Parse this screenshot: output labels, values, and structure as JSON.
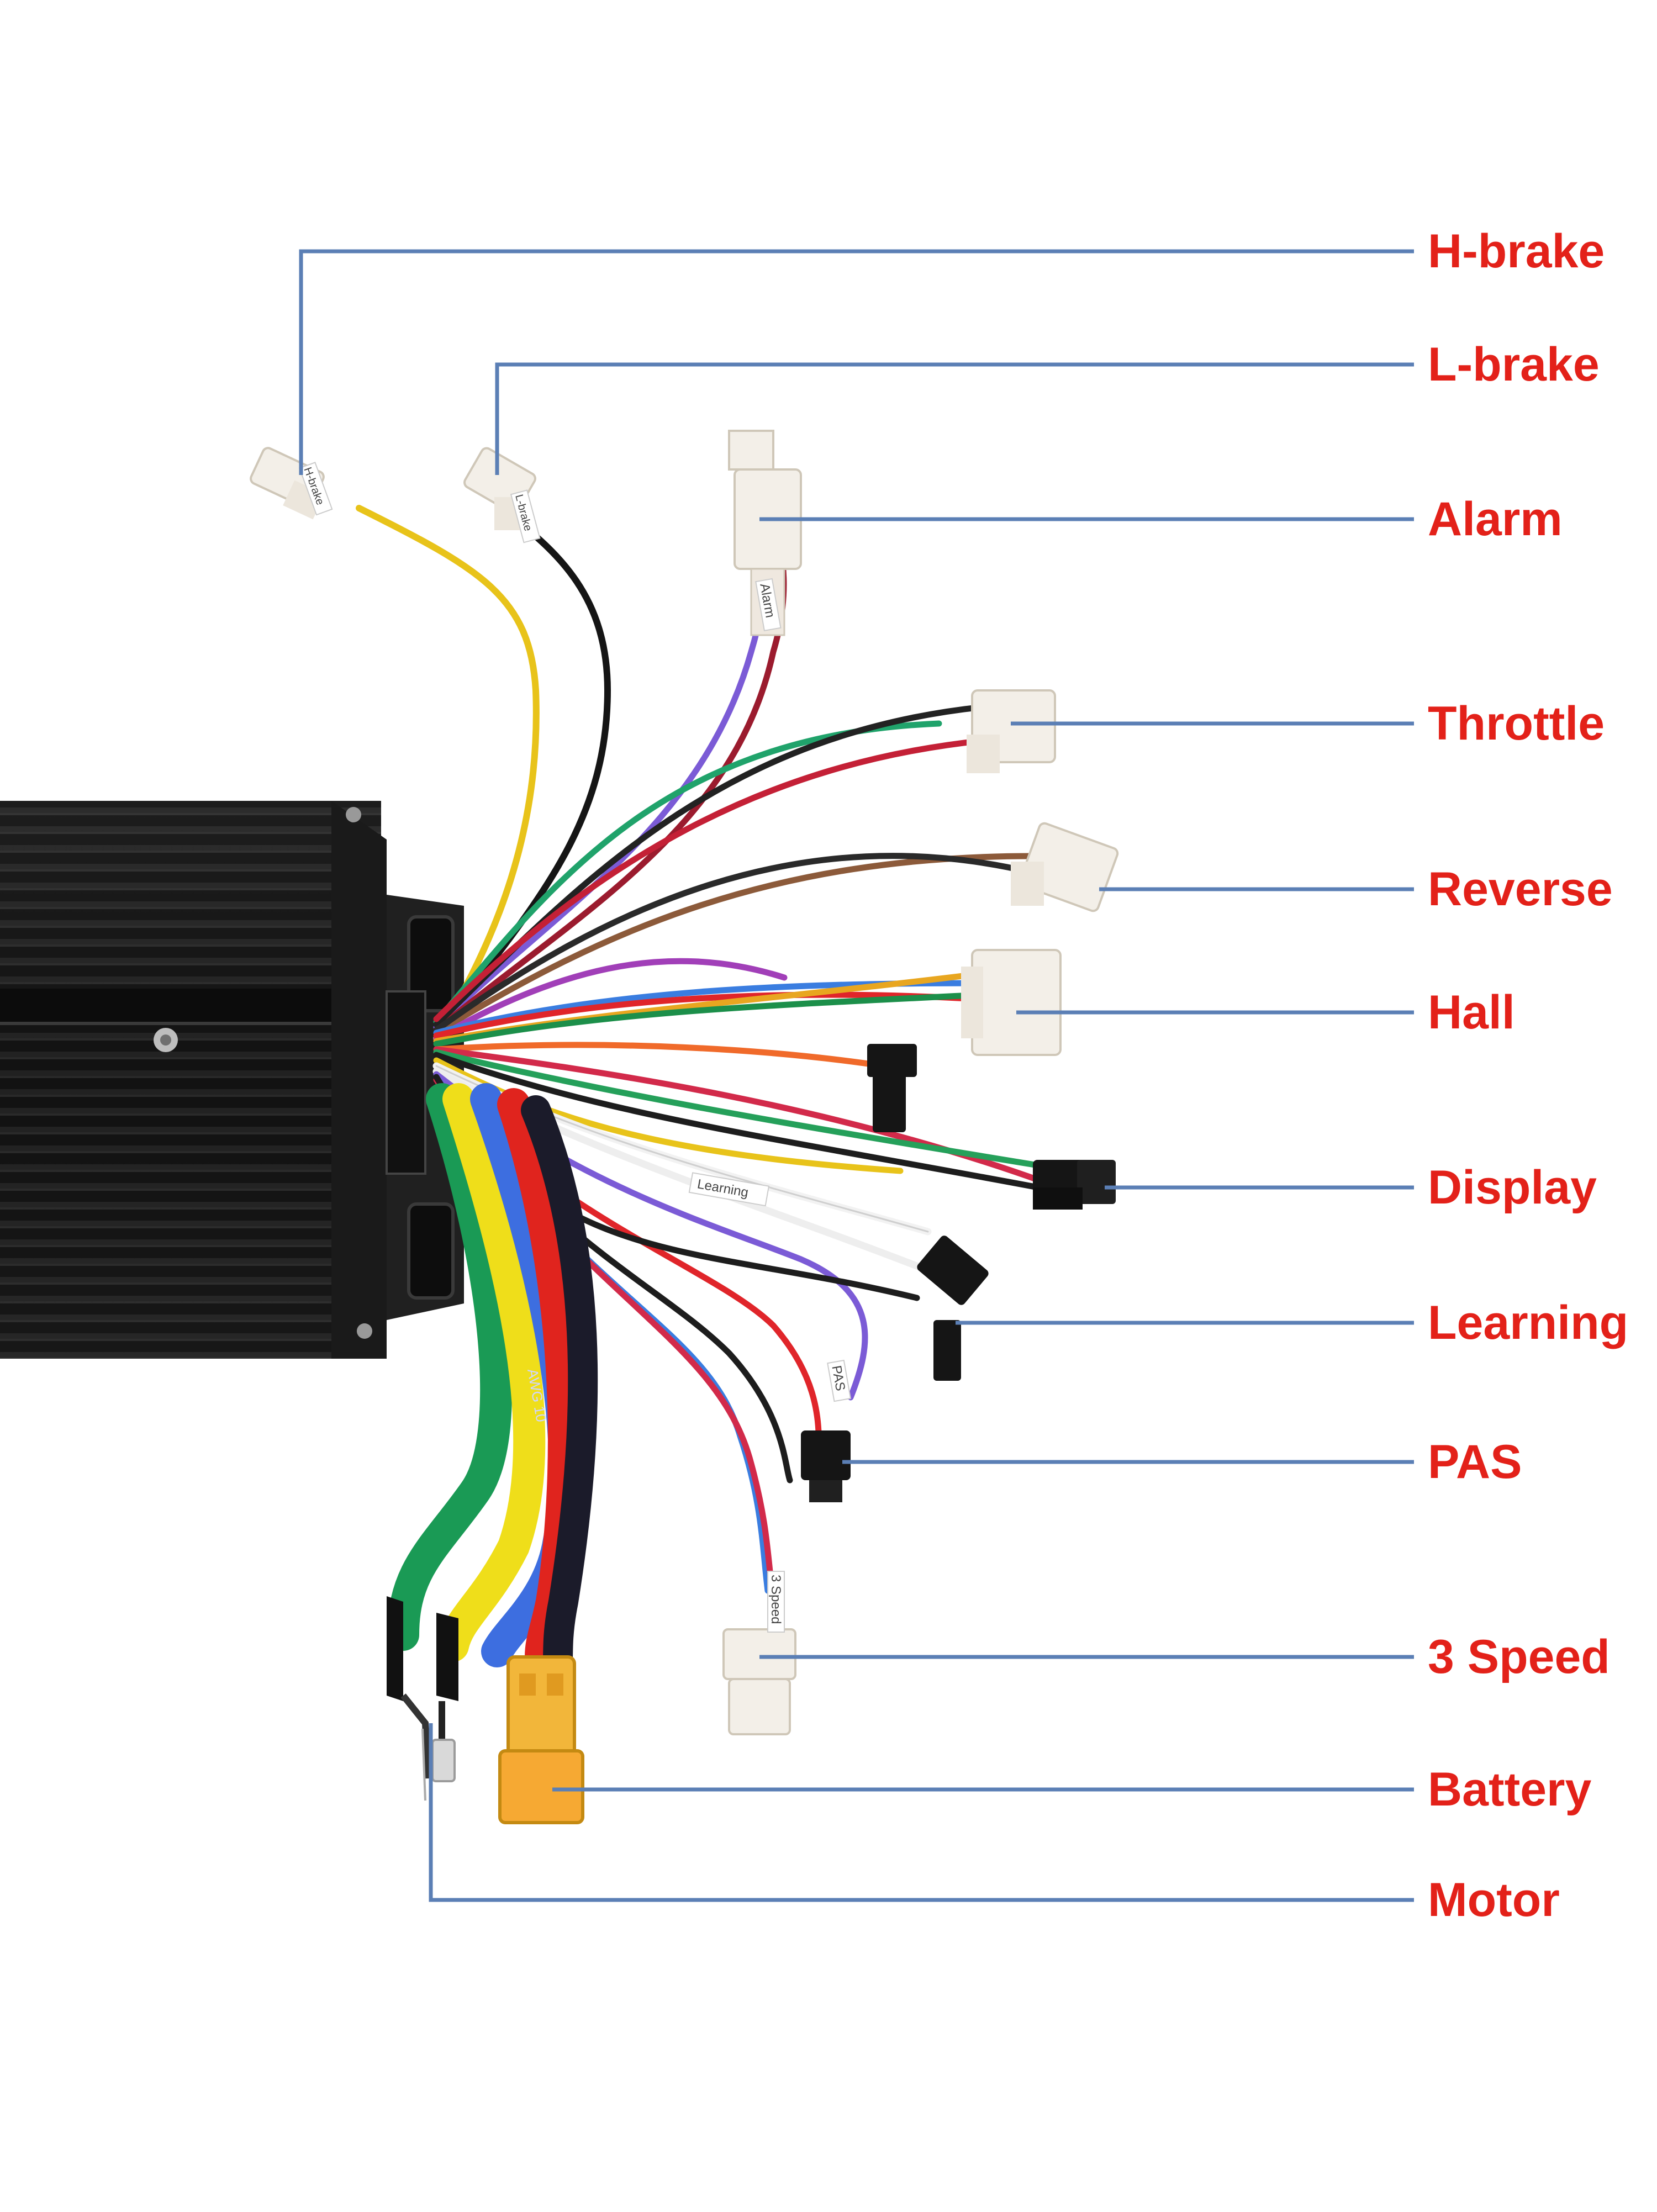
{
  "labels": {
    "h_brake": "H-brake",
    "l_brake": "L-brake",
    "alarm": "Alarm",
    "throttle": "Throttle",
    "reverse": "Reverse",
    "hall": "Hall",
    "display": "Display",
    "learning": "Learning",
    "pas": "PAS",
    "three_speed": "3 Speed",
    "battery": "Battery",
    "motor": "Motor"
  },
  "wire_tags": {
    "learning": "Learning",
    "pas": "PAS",
    "three_speed": "3 Speed",
    "alarm": "Alarm",
    "h_brake": "H-brake",
    "l_brake": "L-brake"
  },
  "cable_print": "AWG 10",
  "colors": {
    "label": "#e32119",
    "callout_line": "#5b7fb5",
    "controller_body": "#151515"
  }
}
